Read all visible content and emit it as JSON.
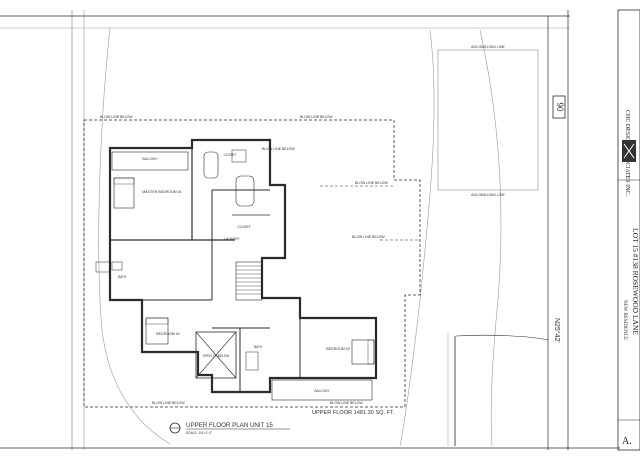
{
  "sheet": {
    "plan_title": "UPPER FLOOR PLAN UNIT 15",
    "plan_scale": "SCALE: 1/4\"=1'-0\"",
    "area_label": "UPPER FLOOR 1481.30 SQ. FT.",
    "street_number": "90",
    "bearing": "N25°42'",
    "sheet_number": "A."
  },
  "title_block": {
    "firm_name": "CHC DESIGN ASSOCIATES INC.",
    "project_type": "NEW RESIDENCE",
    "lot_line": "LOT 15 #138 ROSEWOOD LANE"
  },
  "lines": {
    "blow_line_below": "BLOW LINE BELOW",
    "building_line": "ADU BUILDING LINE"
  },
  "rooms": {
    "balcony": "BALCONY",
    "master_bedroom": "MASTER BEDROOM #1",
    "closet": "CLOSET",
    "bedroom_2": "BEDROOM #2",
    "bedroom_3": "BEDROOM #3",
    "bath": "BATH",
    "open_to_below": "OPEN TO BELOW",
    "laundry": "LAUNDRY"
  }
}
